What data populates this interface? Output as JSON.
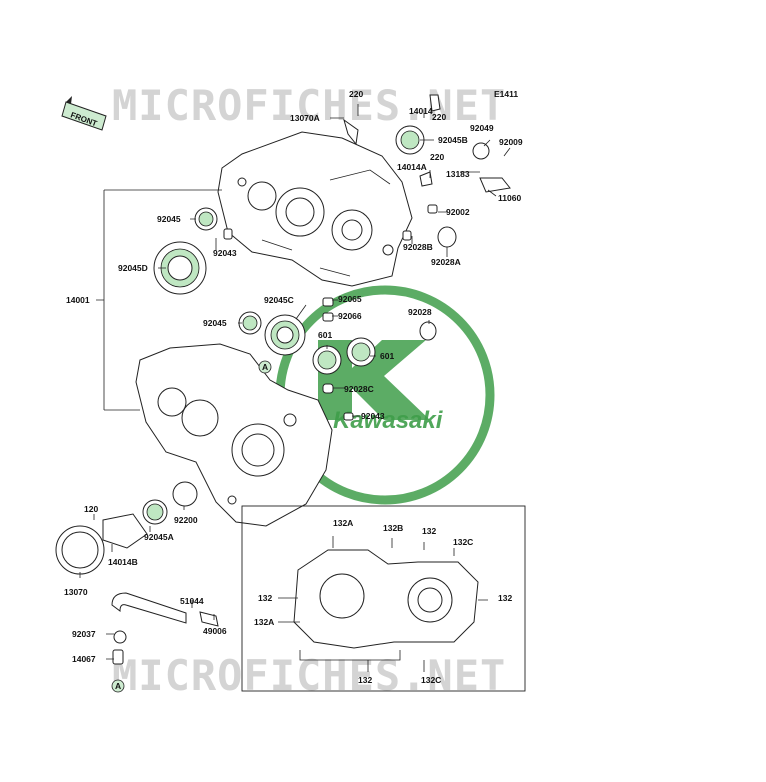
{
  "watermark": "MICROFICHES.NET",
  "diagram_code": "E1411",
  "front_label": "FRONT",
  "logo_text": "Kawasaki",
  "ref_a": "A",
  "labels": {
    "p220a": "220",
    "p14014": "14014",
    "p220b": "220",
    "p13070a": "13070A",
    "p92045b": "92045B",
    "p92049": "92049",
    "p92009": "92009",
    "p14014a": "14014A",
    "p220c": "220",
    "p13183": "13183",
    "p11060": "11060",
    "p92002": "92002",
    "p92045": "92045",
    "p92043": "92043",
    "p92028b": "92028B",
    "p92028a": "92028A",
    "p92045d": "92045D",
    "p14001": "14001",
    "p92045c": "92045C",
    "p92065": "92065",
    "p92066": "92066",
    "p92028": "92028",
    "p92045x": "92045",
    "p601a": "601",
    "p601b": "601",
    "p92028c": "92028C",
    "p92043b": "92043",
    "p120": "120",
    "p14014b": "14014B",
    "p92045a": "92045A",
    "p92200": "92200",
    "p13070": "13070",
    "p51044": "51044",
    "p49006": "49006",
    "p92037": "92037",
    "p14067": "14067",
    "p132a": "132A",
    "p132b": "132B",
    "p132t": "132",
    "p132c": "132C",
    "p132l": "132",
    "p132r": "132",
    "p132a2": "132A",
    "p132bot": "132",
    "p132c2": "132C"
  }
}
